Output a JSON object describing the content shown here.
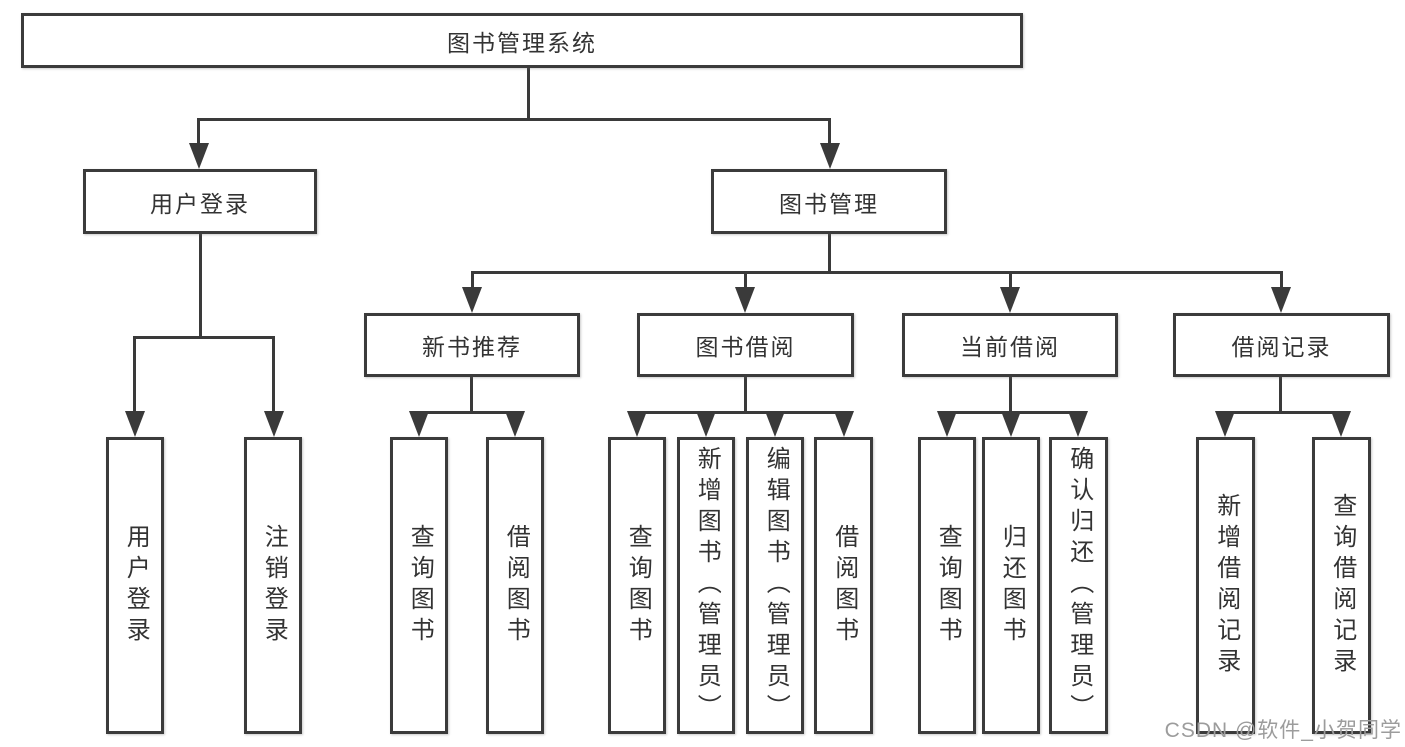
{
  "tree": {
    "root": "图书管理系统",
    "level2": [
      "用户登录",
      "图书管理"
    ],
    "level3": [
      "新书推荐",
      "图书借阅",
      "当前借阅",
      "借阅记录"
    ],
    "leaves_login": [
      "用户登录",
      "注销登录"
    ],
    "leaves_new_books": [
      "查询图书",
      "借阅图书"
    ],
    "leaves_borrow": [
      "查询图书",
      "新增图书（管理员）",
      "编辑图书（管理员）",
      "借阅图书"
    ],
    "leaves_current": [
      "查询图书",
      "归还图书",
      "确认归还（管理员）"
    ],
    "leaves_records": [
      "新增借阅记录",
      "查询借阅记录"
    ]
  },
  "watermark": "CSDN @软件_小贺同学",
  "colors": {
    "line": "#3a3a3a",
    "box_border": "#3b3b3b",
    "text": "#333333",
    "watermark": "#9c9c9c",
    "background": "#ffffff"
  }
}
